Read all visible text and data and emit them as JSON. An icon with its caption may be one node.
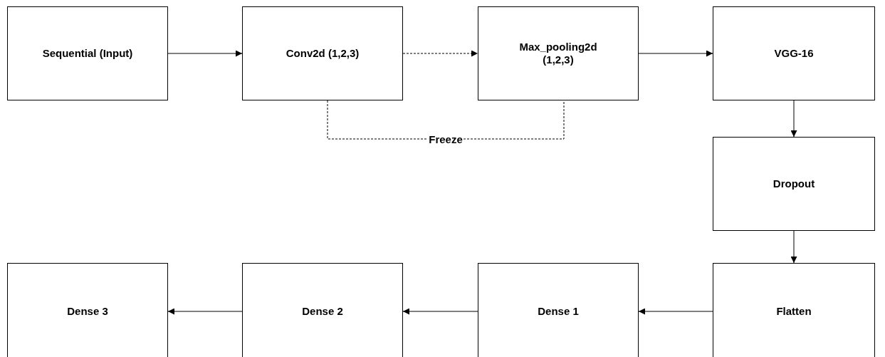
{
  "diagram": {
    "nodes": [
      {
        "text": [
          "Sequential (Input)"
        ]
      },
      {
        "text": [
          "Conv2d (1,2,3)"
        ]
      },
      {
        "text": [
          "Max_pooling2d (1,2,3)"
        ]
      },
      {
        "text": [
          "VGG-16"
        ]
      },
      {
        "text": [
          "Dropout"
        ]
      },
      {
        "text": [
          "Flatten"
        ]
      },
      {
        "text": [
          "Dense 1"
        ]
      },
      {
        "text": [
          "Dense 2"
        ]
      },
      {
        "text": [
          "Dense 3"
        ]
      }
    ],
    "edges": [
      {
        "from": 0,
        "to": 1,
        "arrow": "to"
      },
      {
        "from": 1,
        "to": 2,
        "arrow": "to",
        "style": "dashed"
      },
      {
        "from": 1,
        "to": 2,
        "arrow": "none",
        "style": "dashed",
        "label": "Freeze"
      },
      {
        "from": 2,
        "to": 3,
        "arrow": "to"
      },
      {
        "from": 3,
        "to": 4,
        "arrow": "to"
      },
      {
        "from": 4,
        "to": 5,
        "arrow": "to"
      },
      {
        "from": 5,
        "to": 6,
        "arrow": "to"
      },
      {
        "from": 6,
        "to": 7,
        "arrow": "to"
      },
      {
        "from": 7,
        "to": 8,
        "arrow": "to"
      }
    ]
  }
}
